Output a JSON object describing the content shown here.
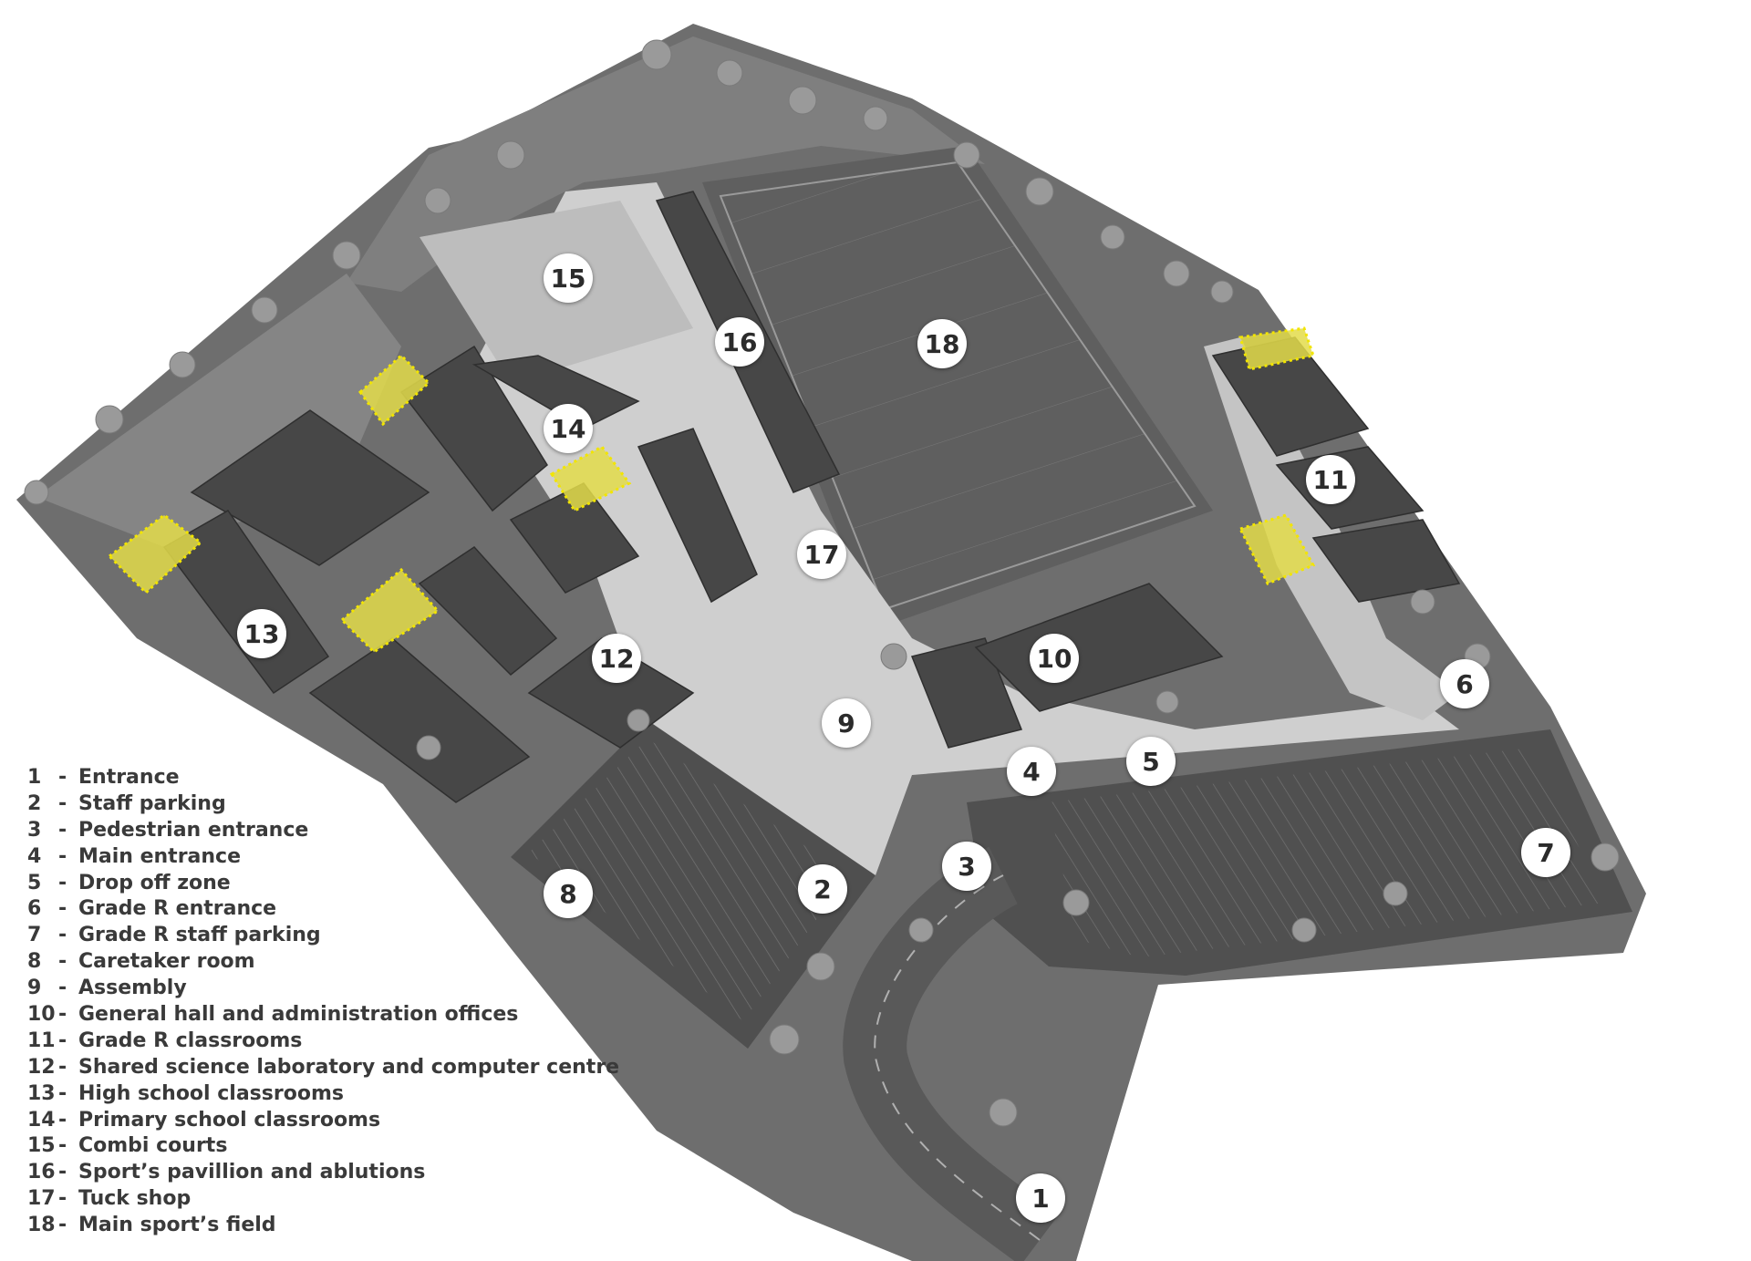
{
  "colors": {
    "ground": "#6e6e6e",
    "lawn": "#8a8a8a",
    "field": "#626262",
    "paving": "#c9c9c9",
    "roof": "#4b4b4b",
    "parking": "#525252",
    "highlight": "#e3dc4a",
    "marker": "#ffffff",
    "text": "#3a3a3a"
  },
  "markers": [
    {
      "id": "1",
      "label": "1"
    },
    {
      "id": "2",
      "label": "2"
    },
    {
      "id": "3",
      "label": "3"
    },
    {
      "id": "4",
      "label": "4"
    },
    {
      "id": "5",
      "label": "5"
    },
    {
      "id": "6",
      "label": "6"
    },
    {
      "id": "7",
      "label": "7"
    },
    {
      "id": "8",
      "label": "8"
    },
    {
      "id": "9",
      "label": "9"
    },
    {
      "id": "10",
      "label": "10"
    },
    {
      "id": "11",
      "label": "11"
    },
    {
      "id": "12",
      "label": "12"
    },
    {
      "id": "13",
      "label": "13"
    },
    {
      "id": "14",
      "label": "14"
    },
    {
      "id": "15",
      "label": "15"
    },
    {
      "id": "16",
      "label": "16"
    },
    {
      "id": "17",
      "label": "17"
    },
    {
      "id": "18",
      "label": "18"
    }
  ],
  "legend": [
    {
      "num": "1",
      "text": "Entrance"
    },
    {
      "num": "2",
      "text": "Staff parking"
    },
    {
      "num": "3",
      "text": "Pedestrian entrance"
    },
    {
      "num": "4",
      "text": "Main entrance"
    },
    {
      "num": "5",
      "text": "Drop off zone"
    },
    {
      "num": "6",
      "text": "Grade R entrance"
    },
    {
      "num": "7",
      "text": "Grade R staff parking"
    },
    {
      "num": "8",
      "text": "Caretaker room"
    },
    {
      "num": "9",
      "text": "Assembly"
    },
    {
      "num": "10",
      "text": "General hall and administration offices"
    },
    {
      "num": "11",
      "text": "Grade R classrooms"
    },
    {
      "num": "12",
      "text": "Shared science laboratory and computer centre"
    },
    {
      "num": "13",
      "text": "High school classrooms"
    },
    {
      "num": "14",
      "text": "Primary school classrooms"
    },
    {
      "num": "15",
      "text": "Combi courts"
    },
    {
      "num": "16",
      "text": "Sport’s pavillion and ablutions"
    },
    {
      "num": "17",
      "text": "Tuck shop"
    },
    {
      "num": "18",
      "text": "Main sport’s field"
    }
  ]
}
